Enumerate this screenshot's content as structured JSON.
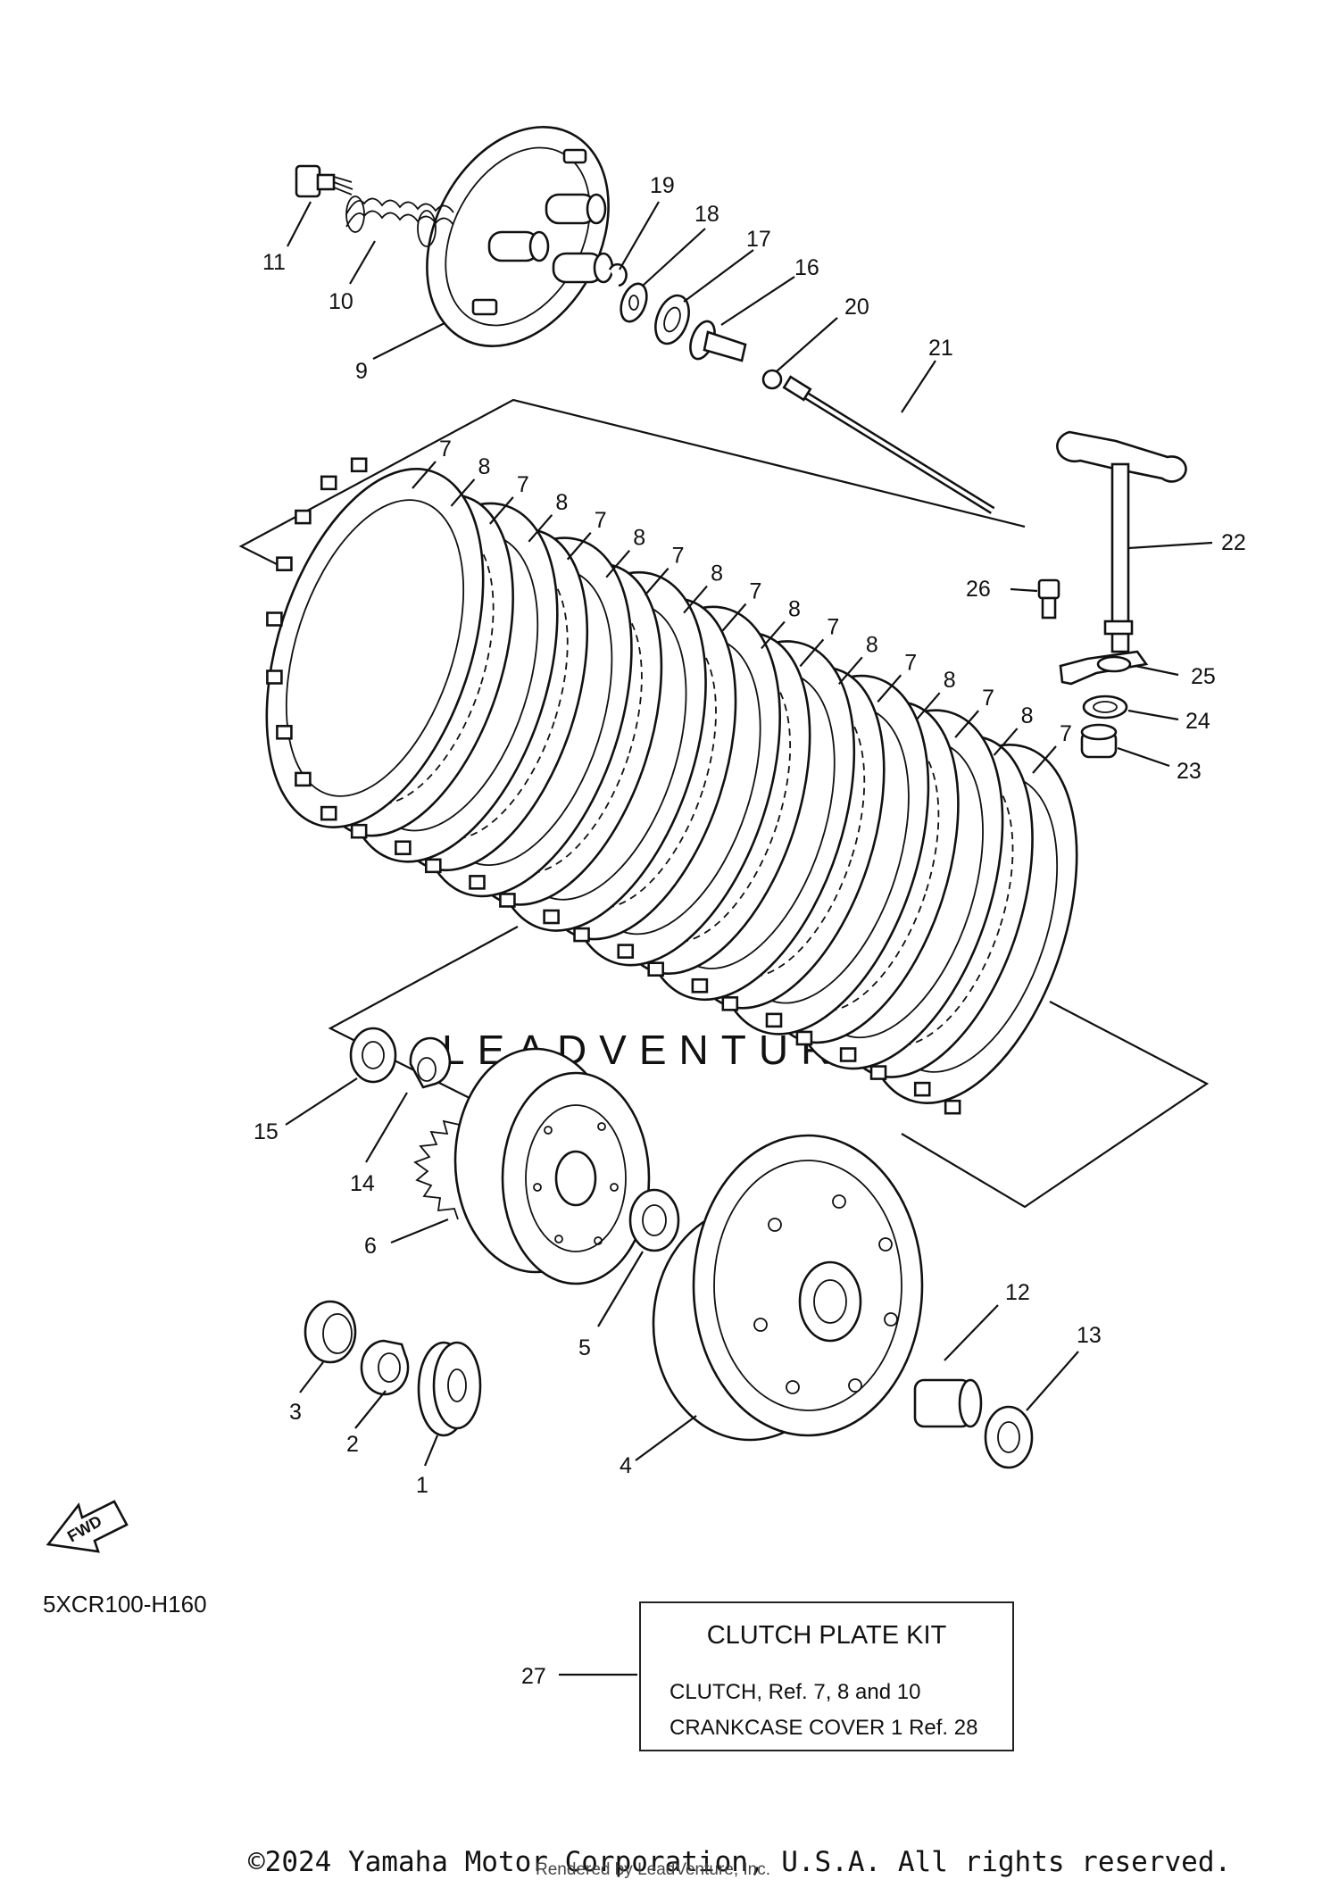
{
  "diagram": {
    "code": "5XCR100-H160",
    "fwd_label": "FWD",
    "watermark": "LEADVENTURE",
    "kit": {
      "ref": "27",
      "title": "CLUTCH PLATE KIT",
      "line1": "CLUTCH, Ref.  7, 8 and 10",
      "line2": "CRANKCASE COVER 1 Ref. 28"
    },
    "callouts": {
      "c1": "1",
      "c2": "2",
      "c3": "3",
      "c4": "4",
      "c5": "5",
      "c6": "6",
      "c9": "9",
      "c10": "10",
      "c11": "11",
      "c12": "12",
      "c13": "13",
      "c14": "14",
      "c15": "15",
      "c16": "16",
      "c17": "17",
      "c18": "18",
      "c19": "19",
      "c20": "20",
      "c21": "21",
      "c22": "22",
      "c23": "23",
      "c24": "24",
      "c25": "25",
      "c26": "26"
    },
    "plate_callouts": [
      "7",
      "8",
      "7",
      "8",
      "7",
      "8",
      "7",
      "8",
      "7",
      "8",
      "7",
      "8",
      "7",
      "8",
      "7",
      "8",
      "7"
    ]
  },
  "footer": {
    "copyright": "©2024 Yamaha Motor Corporation, U.S.A. All rights reserved.",
    "rendered_by": "Rendered by LeadVenture, Inc."
  }
}
